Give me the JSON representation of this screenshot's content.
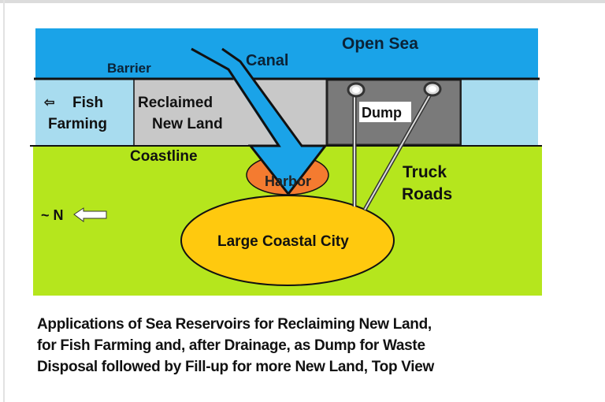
{
  "diagram": {
    "labels": {
      "open_sea": "Open Sea",
      "canal": "Canal",
      "barrier": "Barrier",
      "fish_arrow": "⇦",
      "fish": "Fish",
      "farming": "Farming",
      "reclaimed": "Reclaimed",
      "new_land": "New Land",
      "dump": "Dump",
      "coastline": "Coastline",
      "harbor": "Harbor",
      "truck": "Truck",
      "roads": "Roads",
      "north": "~ N",
      "city": "Large Coastal City"
    },
    "colors": {
      "sea": "#1aa3e8",
      "reservoir": "#a8dcef",
      "reclaimed": "#c8c8c8",
      "dump": "#7a7a7a",
      "land": "#b5e61d",
      "harbor": "#f47b30",
      "city": "#ffc90e"
    }
  },
  "caption": {
    "line1": "Applications of Sea Reservoirs for Reclaiming New Land,",
    "line2": "for Fish Farming and, after Drainage, as Dump for Waste",
    "line3": "Disposal followed by Fill-up for more New Land, Top View"
  }
}
